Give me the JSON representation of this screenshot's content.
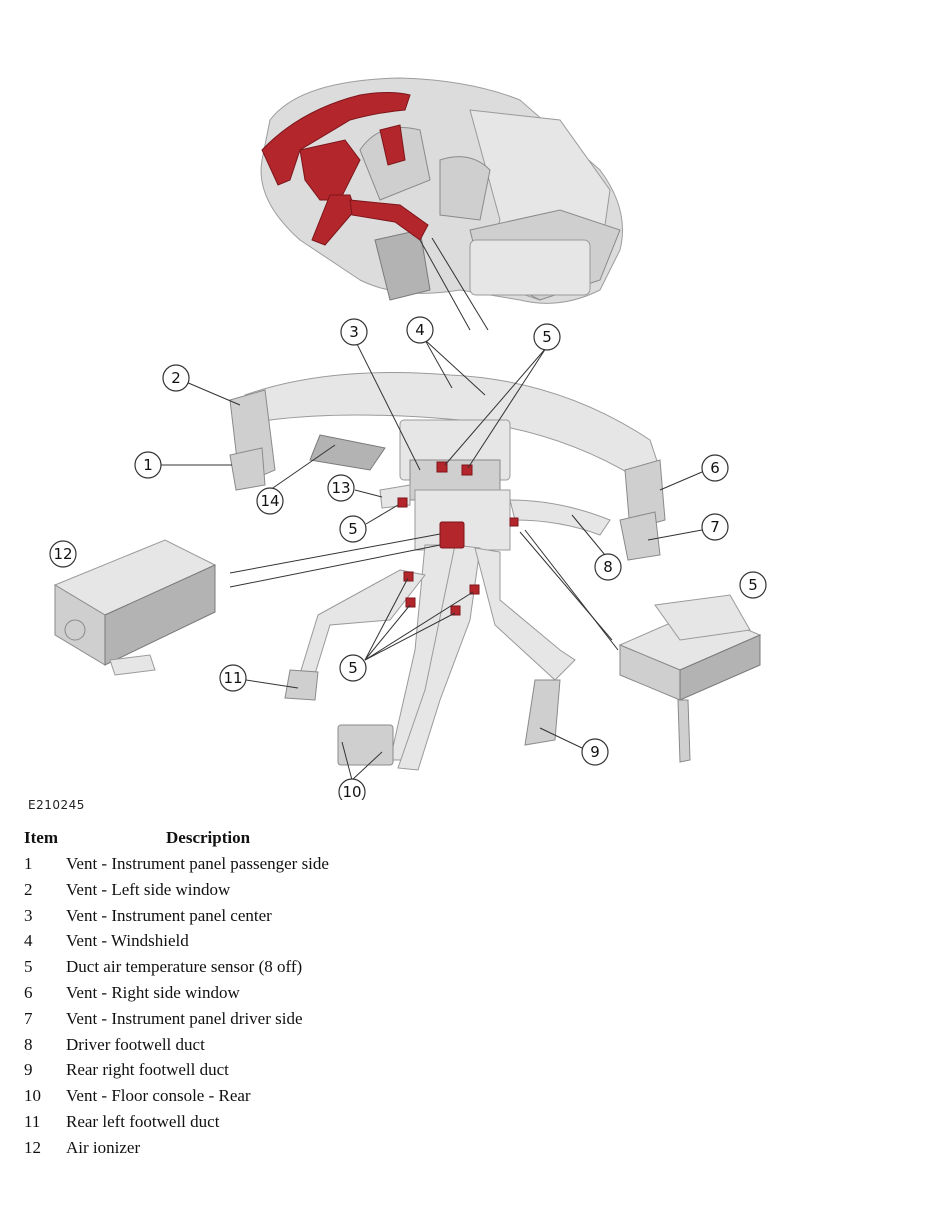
{
  "figure": {
    "code": "E210245",
    "callouts": [
      "1",
      "2",
      "3",
      "4",
      "5",
      "5",
      "5",
      "5",
      "6",
      "7",
      "8",
      "9",
      "10",
      "11",
      "12",
      "13",
      "14"
    ]
  },
  "legend": {
    "header_item": "Item",
    "header_description": "Description",
    "rows": [
      {
        "num": "1",
        "desc": "Vent - Instrument panel passenger side"
      },
      {
        "num": "2",
        "desc": "Vent - Left side window"
      },
      {
        "num": "3",
        "desc": "Vent - Instrument panel center"
      },
      {
        "num": "4",
        "desc": "Vent - Windshield"
      },
      {
        "num": "5",
        "desc": "Duct air temperature sensor (8 off)"
      },
      {
        "num": "6",
        "desc": "Vent - Right side window"
      },
      {
        "num": "7",
        "desc": "Vent - Instrument panel driver side"
      },
      {
        "num": "8",
        "desc": "Driver footwell duct"
      },
      {
        "num": "9",
        "desc": "Rear right footwell duct"
      },
      {
        "num": "10",
        "desc": "Vent - Floor console - Rear"
      },
      {
        "num": "11",
        "desc": "Rear left footwell duct"
      },
      {
        "num": "12",
        "desc": "Air ionizer"
      }
    ]
  },
  "colors": {
    "highlight": "#b3262c",
    "part_gray": "#cfcfcf"
  }
}
